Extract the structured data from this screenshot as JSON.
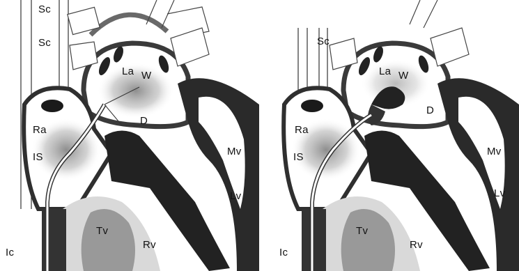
{
  "panels": [
    {
      "labels": {
        "sc_upper": "Sc",
        "sc_lower": "Sc",
        "la": "La",
        "w": "W",
        "d": "D",
        "ra": "Ra",
        "is": "IS",
        "mv": "Mv",
        "lv": "Lv",
        "tv": "Tv",
        "rv": "Rv",
        "ic": "Ic"
      }
    },
    {
      "labels": {
        "sc": "Sc",
        "la": "La",
        "w": "W",
        "d": "D",
        "ra": "Ra",
        "is": "IS",
        "mv": "Mv",
        "lv": "Lv",
        "tv": "Tv",
        "rv": "Rv",
        "ic": "Ic"
      }
    }
  ]
}
